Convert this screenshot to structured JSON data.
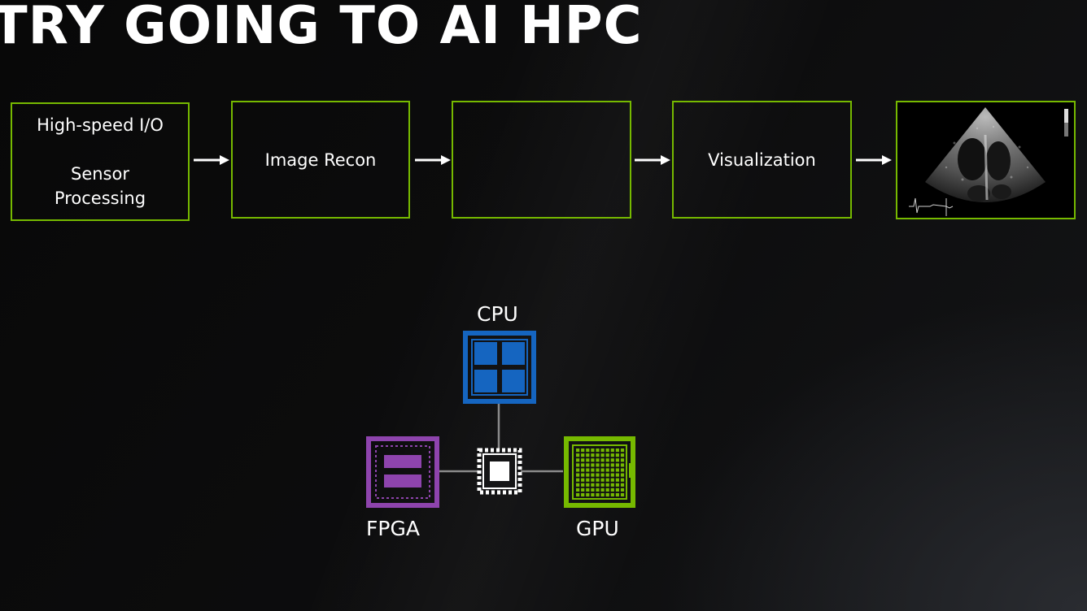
{
  "slide": {
    "title": "TRY GOING TO AI HPC"
  },
  "pipeline": {
    "stages": [
      {
        "line1": "High-speed I/O",
        "line2": "Sensor",
        "line3": "Processing"
      },
      {
        "label": "Image Recon"
      },
      {
        "label": ""
      },
      {
        "label": "Visualization"
      }
    ],
    "image": "ultrasound-echocardiogram"
  },
  "processors": {
    "cpu": {
      "label": "CPU",
      "color": "#1565c0"
    },
    "fpga": {
      "label": "FPGA",
      "color": "#8e44ad"
    },
    "gpu": {
      "label": "GPU",
      "color": "#76b900"
    },
    "hub_icon": "chip-icon"
  },
  "colors": {
    "stage_border": "#76b900",
    "connector": "#8a8a8a"
  }
}
